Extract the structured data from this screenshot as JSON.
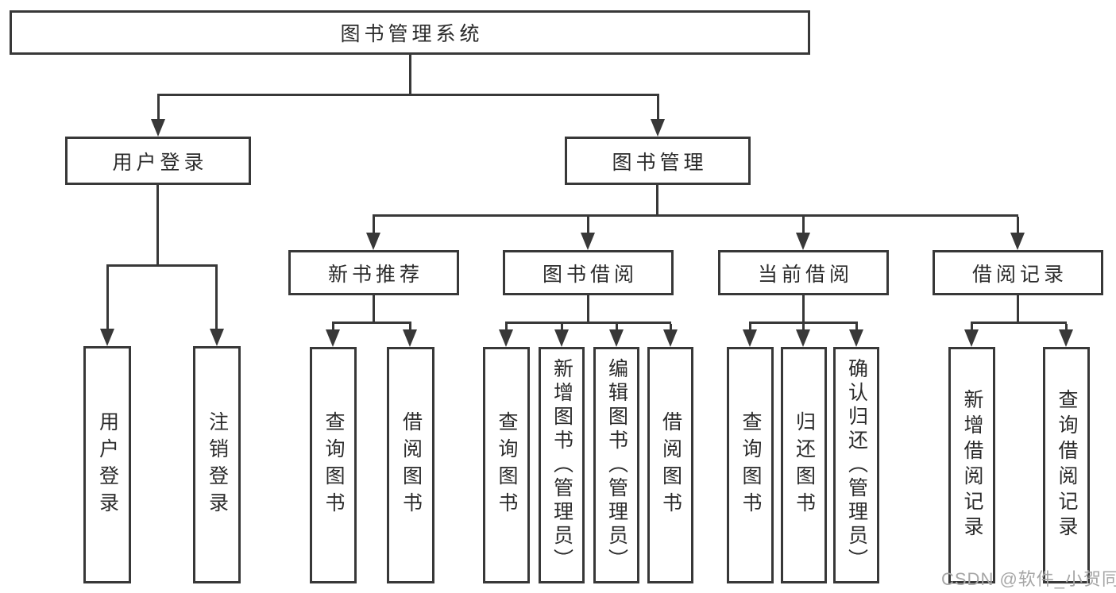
{
  "diagram": {
    "root": {
      "label": "图书管理系统"
    },
    "branches": [
      {
        "label": "用户登录",
        "children": [
          "用户登录",
          "注销登录"
        ]
      },
      {
        "label": "图书管理",
        "sections": [
          {
            "label": "新书推荐",
            "children": [
              "查询图书",
              "借阅图书"
            ]
          },
          {
            "label": "图书借阅",
            "children": [
              "查询图书",
              "新增图书（管理员）",
              "编辑图书（管理员）",
              "借阅图书"
            ]
          },
          {
            "label": "当前借阅",
            "children": [
              "查询图书",
              "归还图书",
              "确认归还（管理员）"
            ]
          },
          {
            "label": "借阅记录",
            "children": [
              "新增借阅记录",
              "查询借阅记录"
            ]
          }
        ]
      }
    ]
  },
  "watermark": {
    "text": "CSDN @软件_小贺同学"
  },
  "colors": {
    "line": "#383838",
    "box_border": "#383838",
    "background": "#ffffff",
    "watermark": "#a6a6a6"
  }
}
